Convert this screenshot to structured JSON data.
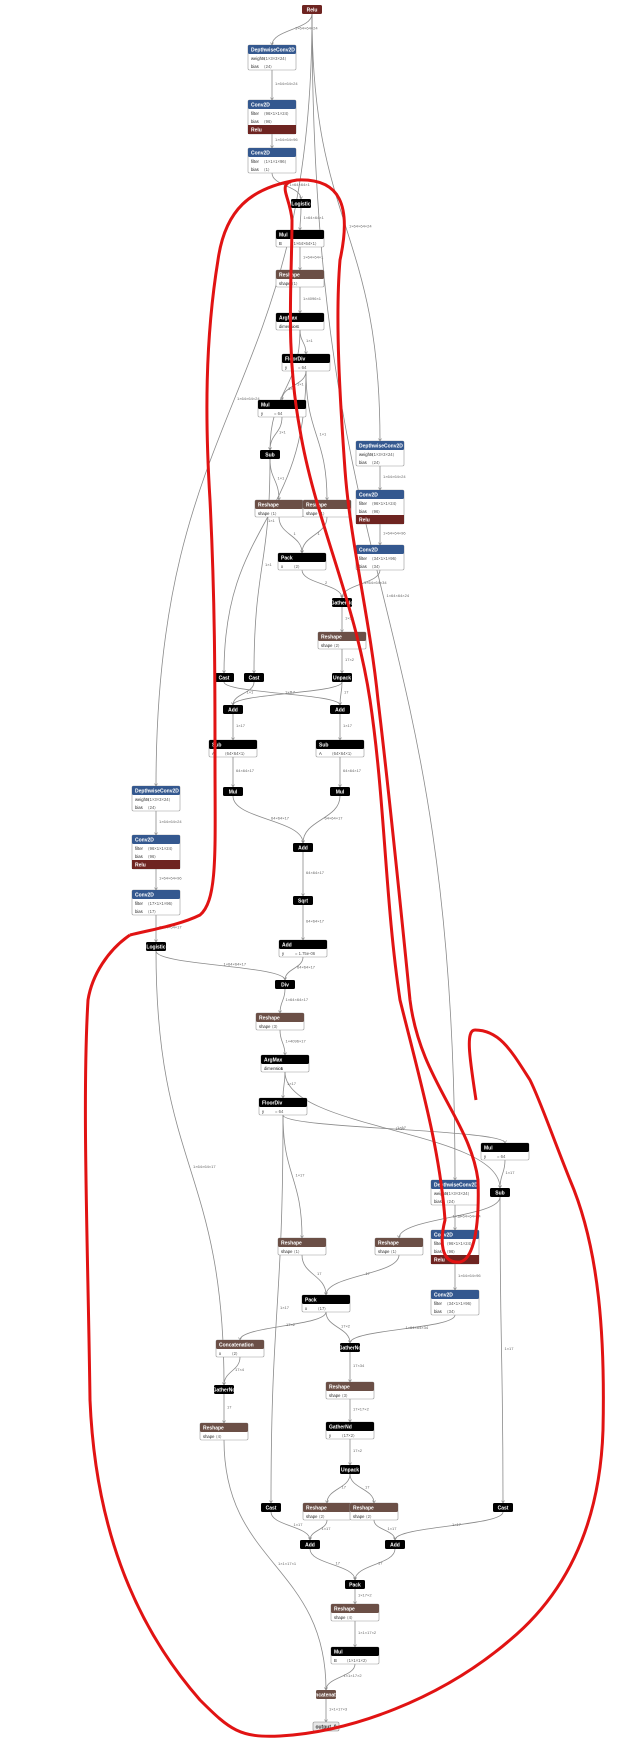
{
  "nodes": [
    {
      "id": "top_relu",
      "op": "Relu",
      "cls": "relu",
      "attrs": []
    },
    {
      "id": "dw1",
      "op": "DepthwiseConv2D",
      "cls": "conv",
      "attrs": [
        [
          "weights",
          "⟨1×3×3×24⟩"
        ],
        [
          "bias",
          "⟨24⟩"
        ]
      ]
    },
    {
      "id": "cv1",
      "op": "Conv2D",
      "cls": "conv",
      "attrs": [
        [
          "filter",
          "⟨96×1×1×24⟩"
        ],
        [
          "bias",
          "⟨96⟩"
        ]
      ],
      "act": "Relu"
    },
    {
      "id": "cv2",
      "op": "Conv2D",
      "cls": "conv",
      "attrs": [
        [
          "filter",
          "⟨1×1×1×96⟩"
        ],
        [
          "bias",
          "⟨1⟩"
        ]
      ]
    },
    {
      "id": "log1",
      "op": "Logistic",
      "cls": "black",
      "attrs": []
    },
    {
      "id": "mul1",
      "op": "Mul",
      "cls": "black",
      "attrs": [
        [
          "B",
          "⟨1×64×64×1⟩"
        ]
      ]
    },
    {
      "id": "resh1",
      "op": "Reshape",
      "cls": "brown",
      "attrs": [
        [
          "shape",
          "⟨1⟩"
        ]
      ]
    },
    {
      "id": "argmax1",
      "op": "ArgMax",
      "cls": "black",
      "attrs": [
        [
          "dimension",
          "= -1"
        ]
      ]
    },
    {
      "id": "floordiv1",
      "op": "FloorDiv",
      "cls": "black",
      "attrs": [
        [
          "y",
          "= 64"
        ]
      ]
    },
    {
      "id": "mul2",
      "op": "Mul",
      "cls": "black",
      "attrs": [
        [
          "y",
          "= 64"
        ]
      ]
    },
    {
      "id": "sub1",
      "op": "Sub",
      "cls": "black",
      "attrs": []
    },
    {
      "id": "resh2",
      "op": "Reshape",
      "cls": "brown",
      "attrs": [
        [
          "shape",
          "⟨1⟩"
        ]
      ]
    },
    {
      "id": "resh3",
      "op": "Reshape",
      "cls": "brown",
      "attrs": [
        [
          "shape",
          "⟨1⟩"
        ]
      ]
    },
    {
      "id": "pack1",
      "op": "Pack",
      "cls": "black",
      "attrs": [
        [
          "x",
          "⟨2⟩"
        ]
      ]
    },
    {
      "id": "dw2",
      "op": "DepthwiseConv2D",
      "cls": "conv",
      "attrs": [
        [
          "weights",
          "⟨1×3×3×24⟩"
        ],
        [
          "bias",
          "⟨24⟩"
        ]
      ]
    },
    {
      "id": "cv3",
      "op": "Conv2D",
      "cls": "conv",
      "attrs": [
        [
          "filter",
          "⟨96×1×1×24⟩"
        ],
        [
          "bias",
          "⟨96⟩"
        ]
      ],
      "act": "Relu"
    },
    {
      "id": "cv4",
      "op": "Conv2D",
      "cls": "conv",
      "attrs": [
        [
          "filter",
          "⟨34×1×1×96⟩"
        ],
        [
          "bias",
          "⟨34⟩"
        ]
      ]
    },
    {
      "id": "gather1",
      "op": "GatherNd",
      "cls": "black",
      "attrs": []
    },
    {
      "id": "resh4",
      "op": "Reshape",
      "cls": "brown",
      "attrs": [
        [
          "shape",
          "⟨2⟩"
        ]
      ]
    },
    {
      "id": "unpack1",
      "op": "Unpack",
      "cls": "black",
      "attrs": []
    },
    {
      "id": "cast1",
      "op": "Cast",
      "cls": "black",
      "attrs": []
    },
    {
      "id": "cast2",
      "op": "Cast",
      "cls": "black",
      "attrs": []
    },
    {
      "id": "add1",
      "op": "Add",
      "cls": "black",
      "attrs": []
    },
    {
      "id": "add2",
      "op": "Add",
      "cls": "black",
      "attrs": []
    },
    {
      "id": "sub2",
      "op": "Sub",
      "cls": "black",
      "attrs": [
        [
          "A",
          "⟨64×64×1⟩"
        ]
      ]
    },
    {
      "id": "sub3",
      "op": "Sub",
      "cls": "black",
      "attrs": [
        [
          "A",
          "⟨64×64×1⟩"
        ]
      ]
    },
    {
      "id": "mul3",
      "op": "Mul",
      "cls": "black",
      "attrs": []
    },
    {
      "id": "mul4",
      "op": "Mul",
      "cls": "black",
      "attrs": []
    },
    {
      "id": "add3",
      "op": "Add",
      "cls": "black",
      "attrs": []
    },
    {
      "id": "sqrt1",
      "op": "Sqrt",
      "cls": "black",
      "attrs": []
    },
    {
      "id": "add4",
      "op": "Add",
      "cls": "black",
      "attrs": [
        [
          "y",
          "= 1.75e-06"
        ]
      ]
    },
    {
      "id": "dw3",
      "op": "DepthwiseConv2D",
      "cls": "conv",
      "attrs": [
        [
          "weights",
          "⟨1×3×3×24⟩"
        ],
        [
          "bias",
          "⟨24⟩"
        ]
      ]
    },
    {
      "id": "cv5",
      "op": "Conv2D",
      "cls": "conv",
      "attrs": [
        [
          "filter",
          "⟨96×1×1×24⟩"
        ],
        [
          "bias",
          "⟨96⟩"
        ]
      ],
      "act": "Relu"
    },
    {
      "id": "cv6",
      "op": "Conv2D",
      "cls": "conv",
      "attrs": [
        [
          "filter",
          "⟨17×1×1×96⟩"
        ],
        [
          "bias",
          "⟨17⟩"
        ]
      ]
    },
    {
      "id": "log2",
      "op": "Logistic",
      "cls": "black",
      "attrs": []
    },
    {
      "id": "div1",
      "op": "Div",
      "cls": "black",
      "attrs": []
    },
    {
      "id": "resh5",
      "op": "Reshape",
      "cls": "brown",
      "attrs": [
        [
          "shape",
          "⟨3⟩"
        ]
      ]
    },
    {
      "id": "argmax2",
      "op": "ArgMax",
      "cls": "black",
      "attrs": [
        [
          "dimension",
          "= 1"
        ]
      ]
    },
    {
      "id": "floordiv2",
      "op": "FloorDiv",
      "cls": "black",
      "attrs": [
        [
          "y",
          "= 64"
        ]
      ]
    },
    {
      "id": "mul5",
      "op": "Mul",
      "cls": "black",
      "attrs": [
        [
          "y",
          "= 64"
        ]
      ]
    },
    {
      "id": "sub4",
      "op": "Sub",
      "cls": "black",
      "attrs": []
    },
    {
      "id": "dw4",
      "op": "DepthwiseConv2D",
      "cls": "conv",
      "attrs": [
        [
          "weights",
          "⟨1×3×3×24⟩"
        ],
        [
          "bias",
          "⟨24⟩"
        ]
      ]
    },
    {
      "id": "cv7",
      "op": "Conv2D",
      "cls": "conv",
      "attrs": [
        [
          "filter",
          "⟨96×1×1×24⟩"
        ],
        [
          "bias",
          "⟨96⟩"
        ]
      ],
      "act": "Relu"
    },
    {
      "id": "cv8",
      "op": "Conv2D",
      "cls": "conv",
      "attrs": [
        [
          "filter",
          "⟨34×1×1×96⟩"
        ],
        [
          "bias",
          "⟨34⟩"
        ]
      ]
    },
    {
      "id": "resh6",
      "op": "Reshape",
      "cls": "brown",
      "attrs": [
        [
          "shape",
          "⟨1⟩"
        ]
      ]
    },
    {
      "id": "resh7",
      "op": "Reshape",
      "cls": "brown",
      "attrs": [
        [
          "shape",
          "⟨1⟩"
        ]
      ]
    },
    {
      "id": "pack2",
      "op": "Pack",
      "cls": "black",
      "attrs": [
        [
          "x",
          "⟨17⟩"
        ]
      ]
    },
    {
      "id": "concat1",
      "op": "Concatenation",
      "cls": "brown",
      "attrs": [
        [
          "x",
          "⟨2⟩"
        ]
      ]
    },
    {
      "id": "gather2",
      "op": "GatherNd",
      "cls": "black",
      "attrs": []
    },
    {
      "id": "gather3",
      "op": "GatherNd",
      "cls": "black",
      "attrs": []
    },
    {
      "id": "resh8",
      "op": "Reshape",
      "cls": "brown",
      "attrs": [
        [
          "shape",
          "⟨4⟩"
        ]
      ]
    },
    {
      "id": "resh9",
      "op": "Reshape",
      "cls": "brown",
      "attrs": [
        [
          "shape",
          "⟨3⟩"
        ]
      ]
    },
    {
      "id": "gather4",
      "op": "GatherNd",
      "cls": "black",
      "attrs": [
        [
          "y",
          "⟨17×2⟩"
        ]
      ]
    },
    {
      "id": "unpack2",
      "op": "Unpack",
      "cls": "black",
      "attrs": []
    },
    {
      "id": "cast3",
      "op": "Cast",
      "cls": "black",
      "attrs": []
    },
    {
      "id": "resh10",
      "op": "Reshape",
      "cls": "brown",
      "attrs": [
        [
          "shape",
          "⟨2⟩"
        ]
      ]
    },
    {
      "id": "resh11",
      "op": "Reshape",
      "cls": "brown",
      "attrs": [
        [
          "shape",
          "⟨2⟩"
        ]
      ]
    },
    {
      "id": "cast4",
      "op": "Cast",
      "cls": "black",
      "attrs": []
    },
    {
      "id": "add5",
      "op": "Add",
      "cls": "black",
      "attrs": []
    },
    {
      "id": "add6",
      "op": "Add",
      "cls": "black",
      "attrs": []
    },
    {
      "id": "pack3",
      "op": "Pack",
      "cls": "black",
      "attrs": []
    },
    {
      "id": "resh12",
      "op": "Reshape",
      "cls": "brown",
      "attrs": [
        [
          "shape",
          "⟨4⟩"
        ]
      ]
    },
    {
      "id": "mul6",
      "op": "Mul",
      "cls": "black",
      "attrs": [
        [
          "B",
          "⟨1×1×1×2⟩"
        ]
      ]
    },
    {
      "id": "concat2",
      "op": "Concatenation",
      "cls": "brown",
      "attrs": []
    },
    {
      "id": "output",
      "op": "output_0",
      "cls": "output",
      "attrs": []
    }
  ],
  "edges": [
    {
      "from": "top_relu",
      "to": "dw1",
      "label": "1×64×64×24"
    },
    {
      "from": "dw1",
      "to": "cv1",
      "label": "1×64×64×24"
    },
    {
      "from": "cv1",
      "to": "cv2",
      "label": "1×64×64×96"
    },
    {
      "from": "cv2",
      "to": "log1",
      "label": "1×64×64×1"
    },
    {
      "from": "log1",
      "to": "mul1",
      "label": "1×64×64×1"
    },
    {
      "from": "mul1",
      "to": "resh1",
      "label": "1×64×64×1"
    },
    {
      "from": "resh1",
      "to": "argmax1",
      "label": "1×4096×1"
    },
    {
      "from": "argmax1",
      "to": "floordiv1",
      "label": "1×1"
    },
    {
      "from": "argmax1",
      "to": "sub1",
      "label": "1×1"
    },
    {
      "from": "floordiv1",
      "to": "mul2",
      "label": "1×1"
    },
    {
      "from": "floordiv1",
      "to": "cast1",
      "label": "1×1"
    },
    {
      "from": "floordiv1",
      "to": "resh3",
      "label": "1×1"
    },
    {
      "from": "mul2",
      "to": "sub1",
      "label": "1×1"
    },
    {
      "from": "sub1",
      "to": "resh2",
      "label": "1×1"
    },
    {
      "from": "sub1",
      "to": "cast2",
      "label": "1×1"
    },
    {
      "from": "resh2",
      "to": "pack1",
      "label": "1"
    },
    {
      "from": "resh3",
      "to": "pack1",
      "label": "1"
    },
    {
      "from": "pack1",
      "to": "gather1",
      "label": "2"
    },
    {
      "from": "top_relu",
      "to": "dw2",
      "label": "1×64×64×24"
    },
    {
      "from": "dw2",
      "to": "cv3",
      "label": "1×64×64×24"
    },
    {
      "from": "cv3",
      "to": "cv4",
      "label": "1×64×64×96"
    },
    {
      "from": "cv4",
      "to": "gather1",
      "label": "1×64×64×34"
    },
    {
      "from": "gather1",
      "to": "resh4",
      "label": "1×34"
    },
    {
      "from": "resh4",
      "to": "unpack1",
      "label": "17×2"
    },
    {
      "from": "unpack1",
      "to": "add1",
      "label": "17"
    },
    {
      "from": "unpack1",
      "to": "add2",
      "label": "17"
    },
    {
      "from": "cast1",
      "to": "add2",
      "label": "1×1"
    },
    {
      "from": "cast2",
      "to": "add1",
      "label": "1×1"
    },
    {
      "from": "add1",
      "to": "sub2",
      "label": "1×17"
    },
    {
      "from": "add2",
      "to": "sub3",
      "label": "1×17"
    },
    {
      "from": "sub2",
      "to": "mul3",
      "label": "64×64×17"
    },
    {
      "from": "sub3",
      "to": "mul4",
      "label": "64×64×17"
    },
    {
      "from": "mul3",
      "to": "add3",
      "label": "64×64×17"
    },
    {
      "from": "mul4",
      "to": "add3",
      "label": "64×64×17"
    },
    {
      "from": "add3",
      "to": "sqrt1",
      "label": "64×64×17"
    },
    {
      "from": "sqrt1",
      "to": "add4",
      "label": "64×64×17"
    },
    {
      "from": "top_relu",
      "to": "dw3",
      "label": "1×64×64×24"
    },
    {
      "from": "dw3",
      "to": "cv5",
      "label": "1×64×64×24"
    },
    {
      "from": "cv5",
      "to": "cv6",
      "label": "1×64×64×96"
    },
    {
      "from": "cv6",
      "to": "log2",
      "label": "1×64×64×17"
    },
    {
      "from": "log2",
      "to": "div1",
      "label": "1×64×64×17"
    },
    {
      "from": "add4",
      "to": "div1",
      "label": "64×64×17"
    },
    {
      "from": "div1",
      "to": "resh5",
      "label": "1×64×64×17"
    },
    {
      "from": "resh5",
      "to": "argmax2",
      "label": "1×4096×17"
    },
    {
      "from": "argmax2",
      "to": "floordiv2",
      "label": "1×17"
    },
    {
      "from": "argmax2",
      "to": "sub4",
      "label": "1×17"
    },
    {
      "from": "floordiv2",
      "to": "mul5",
      "label": "1×17"
    },
    {
      "from": "floordiv2",
      "to": "resh6",
      "label": "1×17"
    },
    {
      "from": "floordiv2",
      "to": "cast3",
      "label": "1×17"
    },
    {
      "from": "mul5",
      "to": "sub4",
      "label": "1×17"
    },
    {
      "from": "sub4",
      "to": "resh7",
      "label": "1×17"
    },
    {
      "from": "sub4",
      "to": "cast4",
      "label": "1×17"
    },
    {
      "from": "top_relu",
      "to": "dw4",
      "label": "1×64×64×24"
    },
    {
      "from": "dw4",
      "to": "cv7",
      "label": "1×64×64×24"
    },
    {
      "from": "cv7",
      "to": "cv8",
      "label": "1×64×64×96"
    },
    {
      "from": "resh6",
      "to": "pack2",
      "label": "17"
    },
    {
      "from": "resh7",
      "to": "pack2",
      "label": "17"
    },
    {
      "from": "pack2",
      "to": "concat1",
      "label": "17×2"
    },
    {
      "from": "pack2",
      "to": "gather3",
      "label": "17×2"
    },
    {
      "from": "cv8",
      "to": "gather3",
      "label": "1×64×64×34"
    },
    {
      "from": "concat1",
      "to": "gather2",
      "label": "17×4"
    },
    {
      "from": "log2",
      "to": "gather2",
      "label": "1×64×64×17"
    },
    {
      "from": "gather2",
      "to": "resh8",
      "label": "17"
    },
    {
      "from": "gather3",
      "to": "resh9",
      "label": "17×34"
    },
    {
      "from": "resh9",
      "to": "gather4",
      "label": "17×17×2"
    },
    {
      "from": "gather4",
      "to": "unpack2",
      "label": "17×2"
    },
    {
      "from": "unpack2",
      "to": "resh10",
      "label": "17"
    },
    {
      "from": "unpack2",
      "to": "resh11",
      "label": "17"
    },
    {
      "from": "cast3",
      "to": "add5",
      "label": "1×17"
    },
    {
      "from": "resh10",
      "to": "add5",
      "label": "1×17"
    },
    {
      "from": "resh11",
      "to": "add6",
      "label": "1×17"
    },
    {
      "from": "cast4",
      "to": "add6",
      "label": "1×17"
    },
    {
      "from": "add5",
      "to": "pack3",
      "label": "17"
    },
    {
      "from": "add6",
      "to": "pack3",
      "label": "17"
    },
    {
      "from": "pack3",
      "to": "resh12",
      "label": "1×17×2"
    },
    {
      "from": "resh12",
      "to": "mul6",
      "label": "1×1×17×2"
    },
    {
      "from": "mul6",
      "to": "concat2",
      "label": "1×1×17×2"
    },
    {
      "from": "resh8",
      "to": "concat2",
      "label": "1×1×17×1"
    },
    {
      "from": "concat2",
      "to": "output",
      "label": "1×1×17×3"
    }
  ],
  "colors": {
    "conv": "#34588f",
    "relu": "#6e2421",
    "brown": "#6b4f46",
    "black": "#000000",
    "output": "#e6e6e6",
    "edge": "#8a8a8a",
    "annotation": "#e11313"
  }
}
